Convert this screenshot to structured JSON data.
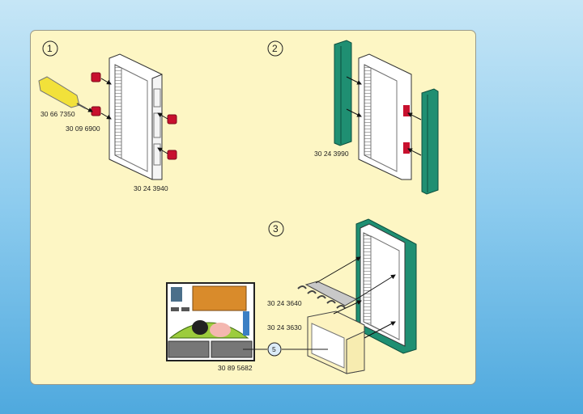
{
  "steps": [
    {
      "number": "1",
      "parts": {
        "tool": "30 66 7350",
        "clip": "30 09 6900",
        "frame": "30 24 3940"
      }
    },
    {
      "number": "2",
      "parts": {
        "side_panel": "30 24 3990"
      }
    },
    {
      "number": "3",
      "parts": {
        "hook_bar": "30 24 3640",
        "box": "30 24 3630",
        "sticker_sheet": "30 89 5682"
      },
      "callout": "5"
    }
  ],
  "colors": {
    "panel": "#fdf6c4",
    "green": "#1f8f72",
    "red": "#c8102e",
    "yellow": "#f2e13a"
  }
}
